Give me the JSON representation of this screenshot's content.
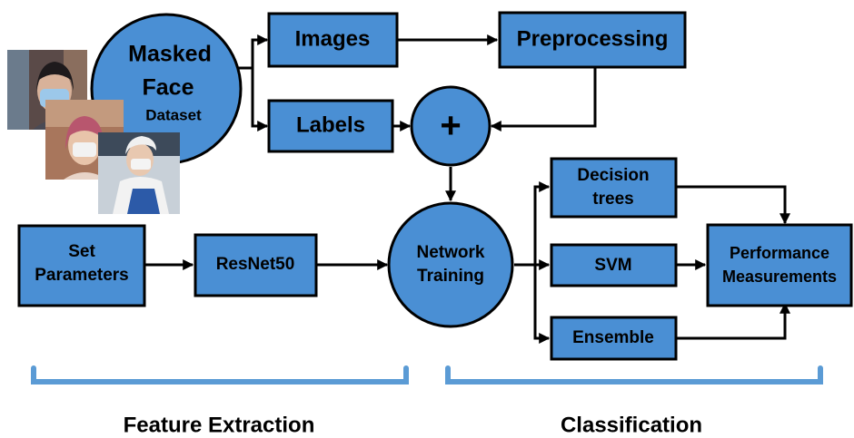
{
  "colors": {
    "node_fill": "#4a8fd4",
    "stroke": "#000000",
    "bracket": "#5b9bd5"
  },
  "dataset": {
    "line1": "Masked",
    "line2": "Face",
    "line3": "Dataset",
    "photos": [
      "masked-face-photo-1",
      "masked-face-photo-2",
      "masked-face-photo-3"
    ]
  },
  "nodes": {
    "images": "Images",
    "preprocessing": "Preprocessing",
    "labels": "Labels",
    "combine": "+",
    "set_parameters": {
      "line1": "Set",
      "line2": "Parameters"
    },
    "resnet50": "ResNet50",
    "network_training": {
      "line1": "Network",
      "line2": "Training"
    },
    "decision_trees": {
      "line1": "Decision",
      "line2": "trees"
    },
    "svm": "SVM",
    "ensemble": "Ensemble",
    "performance": {
      "line1": "Performance",
      "line2": "Measurements"
    }
  },
  "sections": {
    "feature_extraction": "Feature Extraction",
    "classification": "Classification"
  }
}
